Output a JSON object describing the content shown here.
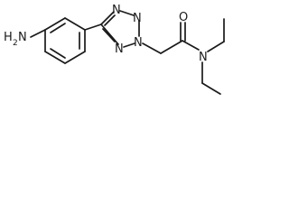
{
  "molecule": {
    "atoms": {
      "amine_h": "H",
      "amine_h_count": "2",
      "amine_n": "N",
      "tetrazole_n1": "N",
      "tetrazole_n2": "N",
      "tetrazole_n3": "N",
      "tetrazole_n4": "N",
      "carbonyl_o": "O",
      "amide_n": "N"
    }
  }
}
